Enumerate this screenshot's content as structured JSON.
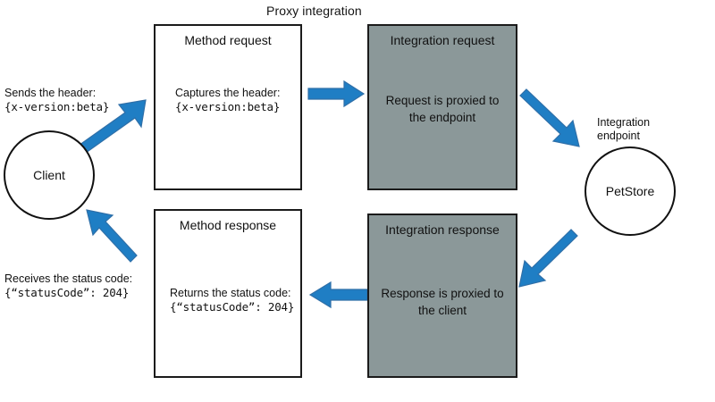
{
  "diagram": {
    "title": "Proxy integration",
    "accent_color": "#1f7ec4",
    "shaded_box_color": "#8b9899",
    "outline_color": "#111111",
    "background_color": "#ffffff"
  },
  "nodes": {
    "client": {
      "label": "Client",
      "shape": "circle"
    },
    "integration_endpoint": {
      "label_line1": "Integration",
      "label_line2": "endpoint",
      "name": "PetStore",
      "shape": "circle"
    },
    "method_request": {
      "title": "Method request",
      "body_line1": "Captures the header:",
      "body_line2": "{x-version:beta}"
    },
    "integration_request": {
      "title": "Integration request",
      "body_line1": "Request is proxied to",
      "body_line2": "the endpoint"
    },
    "integration_response": {
      "title": "Integration response",
      "body_line1": "Response is proxied to",
      "body_line2": "the client"
    },
    "method_response": {
      "title": "Method response",
      "body_line1": "Returns the status code:",
      "body_line2": "{“statusCode”: 204}"
    }
  },
  "captions": {
    "sends_header_line1": "Sends the header:",
    "sends_header_line2": "{x-version:beta}",
    "receives_status_line1": "Receives the status code:",
    "receives_status_line2": "{“statusCode”: 204}"
  },
  "arrows": [
    {
      "name": "client-to-method-request",
      "direction": "up-right"
    },
    {
      "name": "method-request-to-integration-request",
      "direction": "right"
    },
    {
      "name": "integration-request-to-endpoint",
      "direction": "down-right"
    },
    {
      "name": "endpoint-to-integration-response",
      "direction": "down-left"
    },
    {
      "name": "integration-response-to-method-response",
      "direction": "left"
    },
    {
      "name": "method-response-to-client",
      "direction": "up-left"
    }
  ]
}
